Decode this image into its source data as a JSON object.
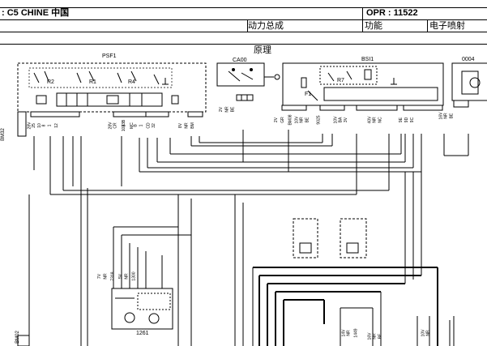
{
  "header": {
    "model": ": C5 CHINE 中国",
    "opr": "OPR : 11522",
    "category": "动力总成",
    "function_label": "功能",
    "function_value": "电子喷射"
  },
  "section": {
    "title": "原理"
  },
  "components": {
    "psf1": "PSF1",
    "ca00": "CA00",
    "bsi1": "BSI1",
    "c0004": "0004",
    "c1261": "1261"
  },
  "relays": {
    "r2": "R2",
    "r1": "R1",
    "r4": "R4",
    "r7": "R7",
    "f1": "F1"
  },
  "wire_labels": {
    "psf1_left": [
      "28V",
      "25",
      "10",
      "8",
      "1",
      "12"
    ],
    "psf1_mid": [
      "28V",
      "CR",
      "1023B"
    ],
    "psf1_right": [
      "9",
      "MC",
      "B",
      "1",
      "CD",
      "32"
    ],
    "psf1_far": [
      "8V",
      "NR",
      "BM"
    ],
    "bm32": "BM32",
    "ca00_pins": [
      "2V",
      "NR",
      "BE"
    ],
    "bsi1_left": [
      "2V",
      "GR",
      "BM08"
    ],
    "bsi1_mid": [
      "10V",
      "NR",
      "BE"
    ],
    "bsi1_r1": [
      "9025"
    ],
    "bsi1_r2": [
      "10V",
      "BA",
      "3V"
    ],
    "bsi1_r3": [
      "40V",
      "NR",
      "NC"
    ],
    "bsi1_r4": [
      "9E",
      "9D",
      "9C"
    ],
    "c0004_pins": [
      "16V",
      "NR",
      "BE"
    ],
    "m1261_pins": [
      "7V",
      "NR",
      "7318"
    ],
    "m1261_pins2": [
      "5V",
      "NR",
      "1300"
    ],
    "bm02": "BM02",
    "lower_mid": [
      "14V",
      "NR",
      "1449"
    ],
    "lower_r": [
      "16V",
      "NR",
      "BE"
    ],
    "lower_rr": [
      "10V",
      "NR"
    ]
  }
}
